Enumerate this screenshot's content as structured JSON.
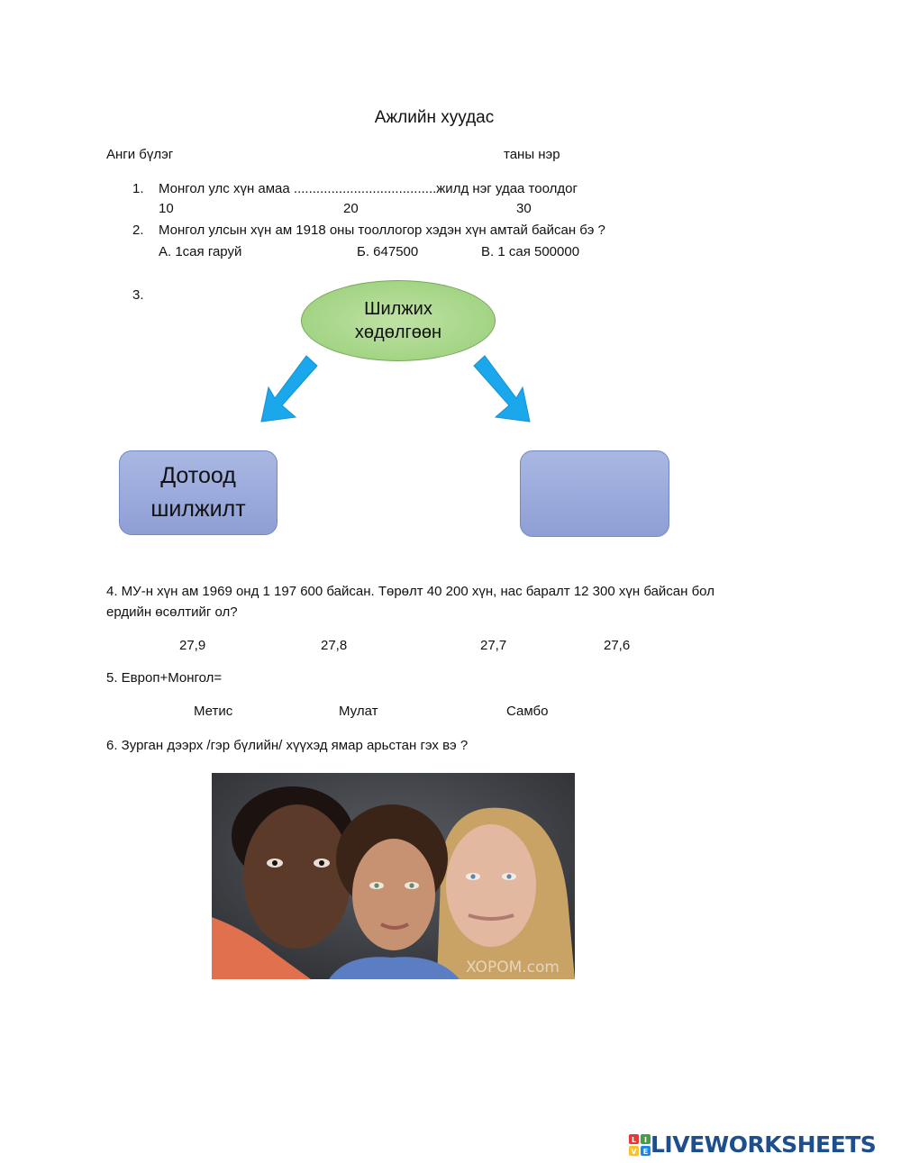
{
  "title": "Ажлийн хуудас",
  "header": {
    "class_label": "Анги бүлэг",
    "name_label": "таны нэр"
  },
  "q1": {
    "num": "1.",
    "text": "Монгол улс хүн амаа ......................................жилд нэг удаа тоолдог",
    "options": [
      "10",
      "20",
      "30"
    ]
  },
  "q2": {
    "num": "2.",
    "text": "Монгол улсын хүн ам 1918 оны тооллогор хэдэн хүн амтай байсан бэ ?",
    "options": [
      "А. 1сая гаруй",
      "Б. 647500",
      "В. 1 сая 500000"
    ]
  },
  "q3": {
    "num": "3.",
    "diagram": {
      "center": "Шилжих\nхөдөлгөөн",
      "left_box": "Дотоод\nшилжилт",
      "right_box": "",
      "arrow_color": "#1aa7ec"
    }
  },
  "q4": {
    "line1": "4.   МУ-н хүн ам 1969 онд 1 197 600 байсан. Төрөлт 40 200 хүн, нас баралт  12 300 хүн байсан бол",
    "line2": "ердийн өсөлтийг ол?",
    "options": [
      "27,9",
      "27,8",
      "27,7",
      "27,6"
    ]
  },
  "q5": {
    "text": "5. Европ+Монгол=",
    "options": [
      "Метис",
      "Мулат",
      "Самбо"
    ]
  },
  "q6": {
    "text": "6. Зурган дээрх /гэр бүлийн/ хүүхэд ямар арьстан гэх вэ ?",
    "photo_watermark": "XOPOM.com"
  },
  "logo": {
    "text": "LIVEWORKSHEETS",
    "badge_letters": [
      "L",
      "I",
      "V",
      "E"
    ]
  }
}
